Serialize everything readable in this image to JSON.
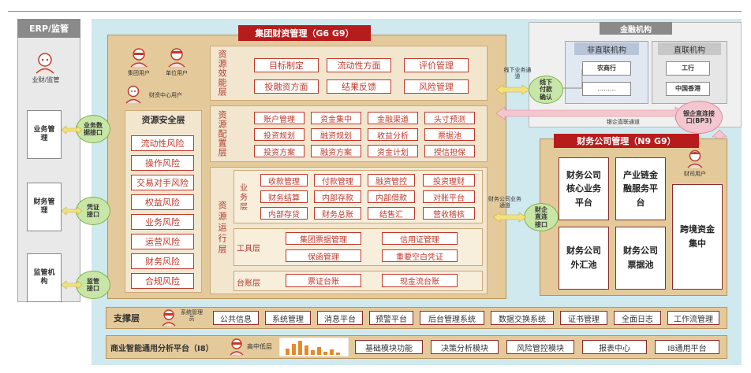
{
  "erp": {
    "title": "ERP/监管",
    "user": "业财/监管",
    "items": [
      "业务管理",
      "财务管理",
      "监管机构"
    ]
  },
  "interfaces": {
    "business": "业务数据接口",
    "voucher": "凭证接口",
    "supervise": "监管接口",
    "offline_pay": "线下付款确认",
    "fin_company": "财企直连接口",
    "bank_direct": "银企直连接口(BP3)"
  },
  "group": {
    "title": "集团财资管理（G6 G9）",
    "users": [
      "集团用户",
      "单位用户",
      "财资中心用户"
    ],
    "security": {
      "title": "资源安全层",
      "items": [
        "流动性风险",
        "操作风险",
        "交易对手风险",
        "权益风险",
        "业务风险",
        "运营风险",
        "财务风险",
        "合规风险"
      ]
    },
    "efficiency": {
      "title": "资源效能层",
      "items": [
        "目标制定",
        "流动性方面",
        "评价管理",
        "投融资方面",
        "结果反馈",
        "风险管理"
      ]
    },
    "allocation": {
      "title": "资源配置层",
      "items": [
        "账户管理",
        "资金集中",
        "金融渠道",
        "头寸预测",
        "投资规划",
        "融资规划",
        "收益分析",
        "票据池",
        "投资方案",
        "融资方案",
        "资金计划",
        "授信担保"
      ]
    },
    "operation": {
      "title": "资源运行层",
      "business_layer": "业务层",
      "business_items": [
        "收款管理",
        "付款管理",
        "融资管控",
        "投资理财",
        "财务结算",
        "内部存款",
        "内部借款",
        "对账平台",
        "内部存贷",
        "财务总账",
        "结售汇",
        "营收稽核"
      ],
      "tool_layer": "工具层",
      "tool_items": [
        "集团票据管理",
        "信用证管理",
        "保函管理",
        "重要空白凭证"
      ],
      "ledger_layer": "台账层",
      "ledger_items": [
        "票证台账",
        "现金流台账"
      ]
    }
  },
  "financial_institutions": {
    "title": "金融机构",
    "non_direct": {
      "title": "非直联机构",
      "items": [
        "农商行",
        "………"
      ]
    },
    "direct": {
      "title": "直联机构",
      "items": [
        "工行",
        "中国香港"
      ]
    },
    "line_offline": "线下业务通道",
    "line_bank": "银企直联通道",
    "line_fin": "财务公司业务通道"
  },
  "finance_company": {
    "title": "财务公司管理（N9 G9）",
    "user": "财司用户",
    "items": [
      "财务公司核心业务平台",
      "产业链金融服务平台",
      "财务公司外汇池",
      "财务公司票据池",
      "跨境资金集中"
    ]
  },
  "support": {
    "title": "支撑层",
    "user": "系统管理员",
    "items": [
      "公共信息",
      "系统管理",
      "消息平台",
      "预警平台",
      "后台管理系统",
      "数据交换系统",
      "证书管理",
      "全面日志",
      "工作流管理"
    ]
  },
  "bi": {
    "title": "商业智能通用分析平台（I8）",
    "user": "高中低层",
    "items": [
      "基础模块功能",
      "决策分析模块",
      "风险管控模块",
      "报表中心",
      "I8通用平台"
    ]
  },
  "colors": {
    "accent": "#b71c1c",
    "tan": "#e4ca9b",
    "sky": "#cfe9ef",
    "green": "#c8e6a8"
  }
}
